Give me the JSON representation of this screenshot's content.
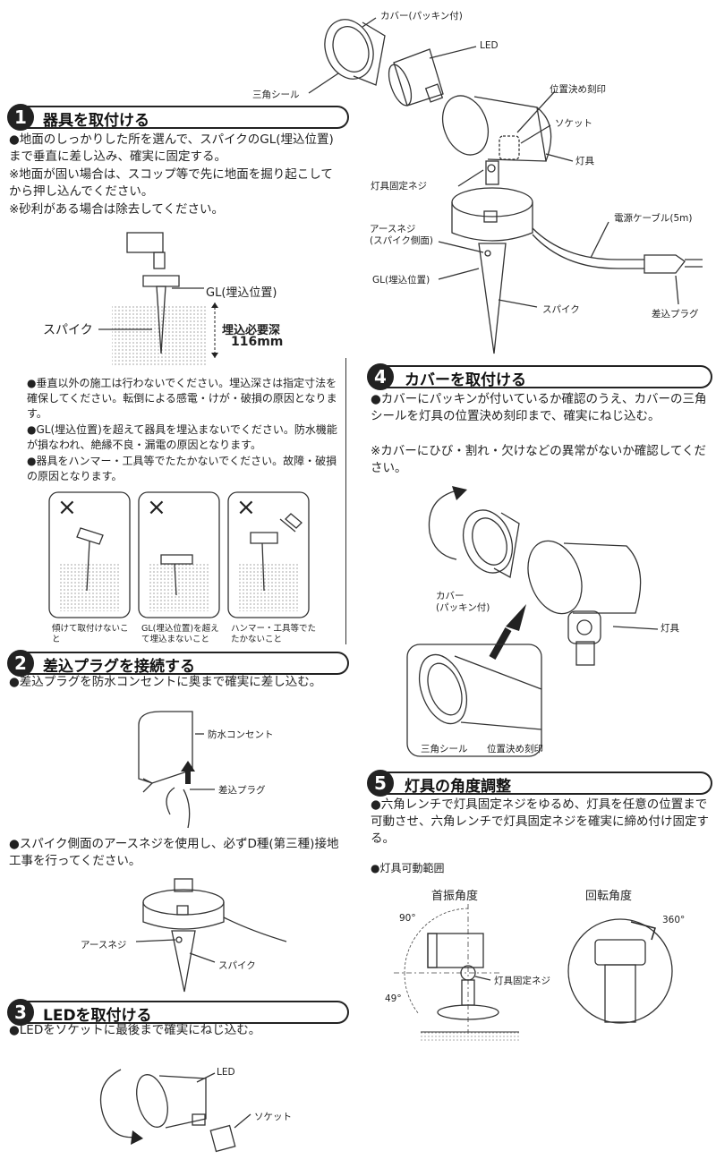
{
  "steps": [
    {
      "num": "1",
      "title": "器具を取付ける"
    },
    {
      "num": "2",
      "title": "差込プラグを接続する"
    },
    {
      "num": "3",
      "title": "LEDを取付ける"
    },
    {
      "num": "4",
      "title": "カバーを取付ける"
    },
    {
      "num": "5",
      "title": "灯具の角度調整"
    }
  ],
  "step1": {
    "p1": "●地面のしっかりした所を選んで、スパイクのGL(埋込位置)まで垂直に差し込み、確実に固定する。",
    "p2": "※地面が固い場合は、スコップ等で先に地面を掘り起こしてから押し込んでください。",
    "p3": "※砂利がある場合は除去してください。",
    "gl_label": "GL(埋込位置)",
    "spike_label": "スパイク",
    "depth_title": "埋込必要深",
    "depth_value": "116mm",
    "notes": [
      "●垂直以外の施工は行わないでください。埋込深さは指定寸法を確保してください。転倒による感電・けが・破損の原因となります。",
      "●GL(埋込位置)を超えて器具を埋込まないでください。防水機能が損なわれ、絶縁不良・漏電の原因となります。",
      "●器具をハンマー・工具等でたたかないでください。故障・破損の原因となります。"
    ],
    "ng_mark": "×",
    "ng_captions": [
      "傾けて取付けないこと",
      "GL(埋込位置)を超えて埋込まないこと",
      "ハンマー・工具等でたたかないこと"
    ]
  },
  "step2": {
    "p1": "●差込プラグを防水コンセントに奥まで確実に差し込む。",
    "outlet_label": "防水コンセント",
    "plug_label": "差込プラグ",
    "p2": "●スパイク側面のアースネジを使用し、必ずD種(第三種)接地工事を行ってください。",
    "earth_label": "アースネジ",
    "spike_label": "スパイク"
  },
  "step3": {
    "p1": "●LEDをソケットに最後まで確実にねじ込む。",
    "led_label": "LED",
    "socket_label": "ソケット"
  },
  "parts": {
    "cover": "カバー(パッキン付)",
    "led": "LED",
    "triangle_seal": "三角シール",
    "position_mark": "位置決め刻印",
    "socket": "ソケット",
    "lamp": "灯具",
    "fix_screw": "灯具固定ネジ",
    "earth_screw": "アースネジ\n(スパイク側面)",
    "cable": "電源ケーブル(5m)",
    "gl": "GL(埋込位置)",
    "spike": "スパイク",
    "plug": "差込プラグ"
  },
  "step4": {
    "p1": "●カバーにパッキンが付いているか確認のうえ、カバーの三角シールを灯具の位置決め刻印まで、確実にねじ込む。",
    "p2": "※カバーにひび・割れ・欠けなどの異常がないか確認してください。",
    "cover_label": "カバー\n(パッキン付)",
    "lamp_label": "灯具",
    "seal_label": "三角シール",
    "mark_label": "位置決め刻印"
  },
  "step5": {
    "p1": "●六角レンチで灯具固定ネジをゆるめ、灯具を任意の位置まで可動させ、六角レンチで灯具固定ネジを確実に締め付け固定する。",
    "range_title": "●灯具可動範囲",
    "tilt_title": "首振角度",
    "rotate_title": "回転角度",
    "angle_up": "90°",
    "angle_down": "49°",
    "angle_rot": "360°",
    "fix_screw": "灯具固定ネジ"
  }
}
